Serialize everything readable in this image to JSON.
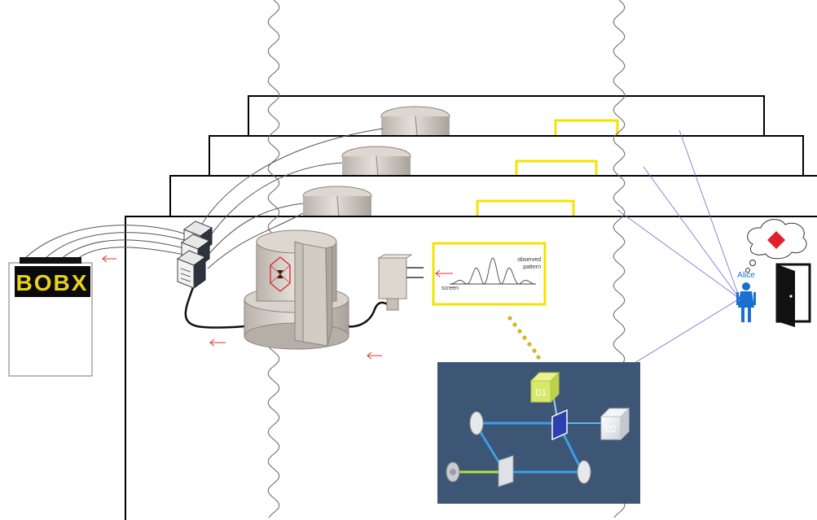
{
  "bobx_display": "BOBX",
  "alice_label": "Alice",
  "screen_panel": {
    "observed_label_line1": "observed",
    "observed_label_line2": "pattern",
    "screen_label": "screen"
  },
  "interferometer": {
    "detector_1": "D1",
    "detector_2": "D2"
  },
  "colors": {
    "frame_border": "#000000",
    "screen_border": "#f2e400",
    "arrow": "#e0302a",
    "thought_diamond": "#e0202a",
    "alice": "#1a6fd0",
    "sight_lines": "#6b6bd6",
    "interferometer_bg": "#3d5675",
    "beam": "#3aa0e8"
  }
}
